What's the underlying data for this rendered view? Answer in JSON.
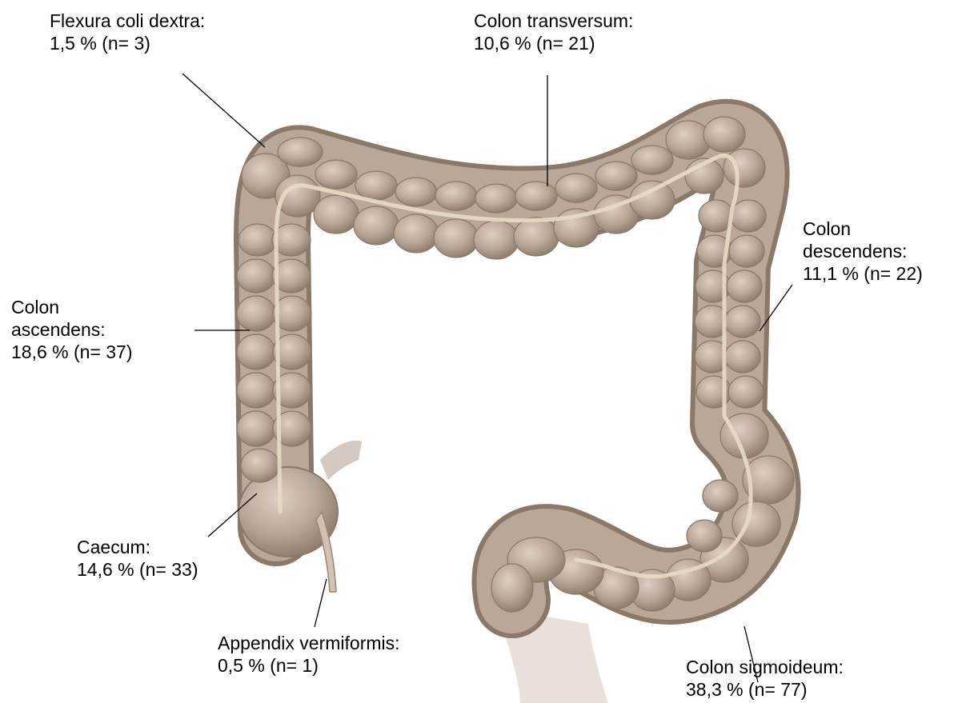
{
  "labels": {
    "flexura": {
      "name": "Flexura coli dextra:",
      "value": "1,5 % (n= 3)"
    },
    "transversum": {
      "name": "Colon transversum:",
      "value": "10,6 % (n= 21)"
    },
    "descendens": {
      "name_line1": "Colon",
      "name_line2": "descendens:",
      "value": "11,1 % (n= 22)"
    },
    "ascendens": {
      "name_line1": "Colon",
      "name_line2": "ascendens:",
      "value": "18,6 % (n= 37)"
    },
    "caecum": {
      "name": "Caecum:",
      "value": "14,6 % (n= 33)"
    },
    "appendix": {
      "name": "Appendix vermiformis:",
      "value": "0,5 % (n= 1)"
    },
    "sigmoideum": {
      "name": "Colon sigmoideum:",
      "value": "38,3 % (n= 77)"
    }
  },
  "colors": {
    "tissue": "#b9a89a",
    "tissue_shadow": "#8f7d70",
    "tissue_highlight": "#d8cabe",
    "taenia": "#e6dcc7",
    "leader_line": "#000000"
  }
}
